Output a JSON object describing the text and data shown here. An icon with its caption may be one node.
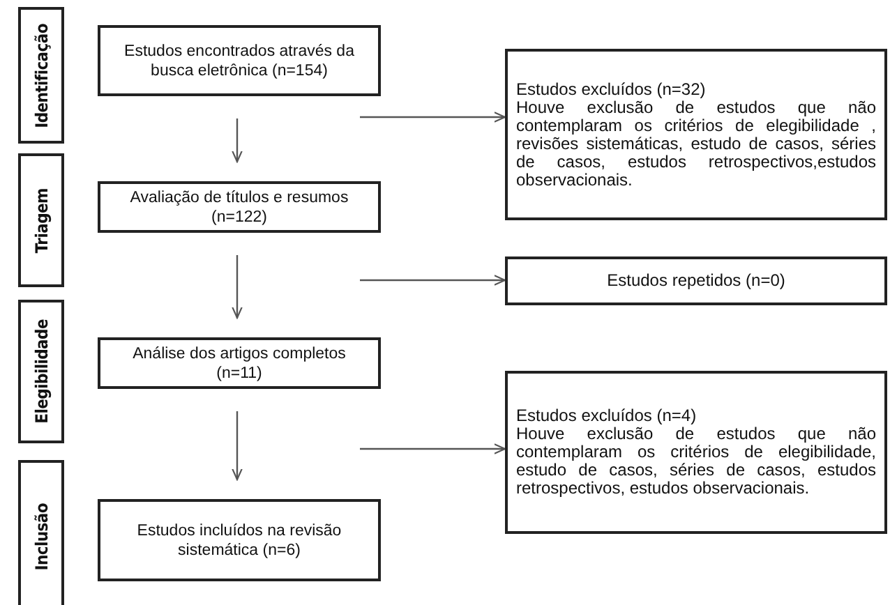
{
  "diagram": {
    "nodes": [
      {
        "text": [
          "Identificação"
        ]
      },
      {
        "text": [
          "Estudos encontrados através da busca eletrônica (n=154)"
        ]
      },
      {
        "text": [
          "Estudos excluídos (n=32)",
          "Houve exclusão de estudos que não contemplaram os critérios de elegibilidade , revisões sistemáticas, estudo de casos, séries de casos, estudos retrospectivos,estudos observacionais."
        ]
      },
      {
        "text": [
          "Triagem"
        ]
      },
      {
        "text": [
          "Avaliação de títulos e resumos (n=122)"
        ]
      },
      {
        "text": [
          "Estudos repetidos (n=0)"
        ]
      },
      {
        "text": [
          "Elegibilidade"
        ]
      },
      {
        "text": [
          "Análise dos artigos completos (n=11)"
        ]
      },
      {
        "text": [
          "Estudos excluídos (n=4)",
          "Houve exclusão de estudos que não contemplaram os critérios de elegibilidade, estudo de casos, séries de casos, estudos retrospectivos, estudos observacionais."
        ]
      },
      {
        "text": [
          "Inclusão"
        ]
      },
      {
        "text": [
          "Estudos incluídos na revisão sistemática (n=6)"
        ]
      }
    ],
    "edges": [
      {
        "from": 1,
        "to": 4,
        "arrow": "to"
      },
      {
        "from": null,
        "to": 2,
        "arrow": "to"
      },
      {
        "from": 4,
        "to": 7,
        "arrow": "to"
      },
      {
        "from": null,
        "to": 5,
        "arrow": "to"
      },
      {
        "from": 7,
        "to": 10,
        "arrow": "to"
      },
      {
        "from": null,
        "to": 8,
        "arrow": "to"
      }
    ]
  }
}
